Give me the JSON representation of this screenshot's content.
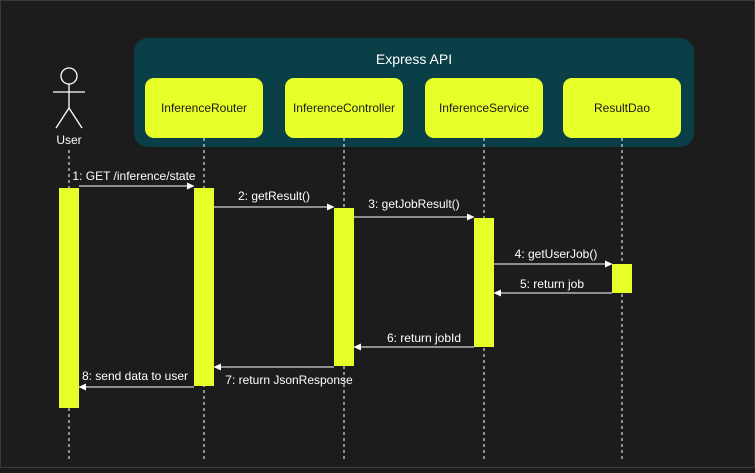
{
  "colors": {
    "background": "#1c1c1c",
    "container_fill": "#0a3f47",
    "participant_fill": "#e6ff29",
    "activation_fill": "#e6ff29",
    "line": "#ffffff",
    "participant_text": "#1a1a1a",
    "text": "#ffffff"
  },
  "container": {
    "title": "Express API"
  },
  "actor": {
    "label": "User"
  },
  "participants": [
    {
      "id": "router",
      "label": "InferenceRouter"
    },
    {
      "id": "controller",
      "label": "InferenceController"
    },
    {
      "id": "service",
      "label": "InferenceService"
    },
    {
      "id": "dao",
      "label": "ResultDao"
    }
  ],
  "messages": [
    {
      "from": "user",
      "to": "router",
      "label": "1: GET /inference/state",
      "kind": "call"
    },
    {
      "from": "router",
      "to": "controller",
      "label": "2: getResult()",
      "kind": "call"
    },
    {
      "from": "controller",
      "to": "service",
      "label": "3: getJobResult()",
      "kind": "call"
    },
    {
      "from": "service",
      "to": "dao",
      "label": "4: getUserJob()",
      "kind": "call"
    },
    {
      "from": "dao",
      "to": "service",
      "label": "5: return job",
      "kind": "return"
    },
    {
      "from": "service",
      "to": "controller",
      "label": "6: return jobId",
      "kind": "return"
    },
    {
      "from": "controller",
      "to": "router",
      "label": "7: return JsonResponse",
      "kind": "return"
    },
    {
      "from": "router",
      "to": "user",
      "label": "8: send data to user",
      "kind": "return"
    }
  ]
}
